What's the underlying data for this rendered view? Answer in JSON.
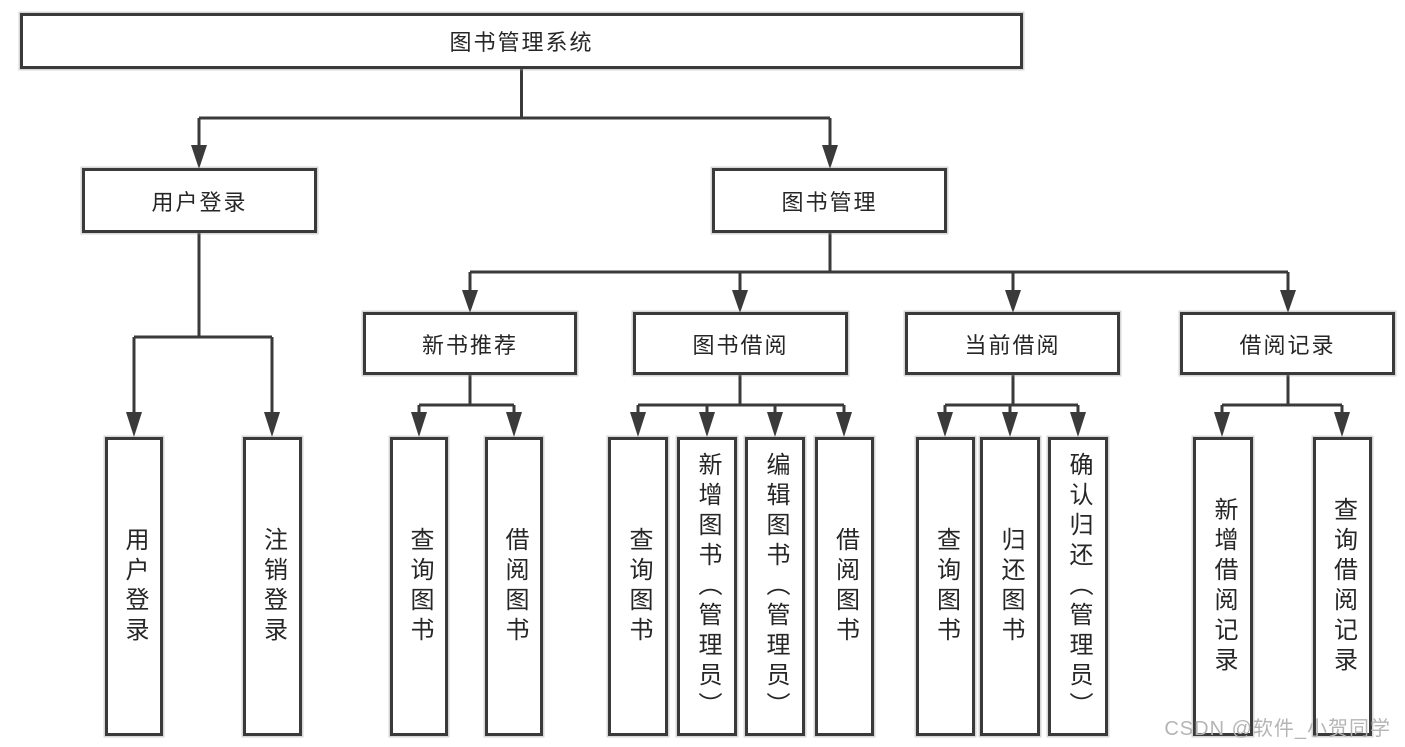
{
  "watermark": "CSDN @软件_小贺同学",
  "tree": {
    "root": {
      "label": "图书管理系统"
    },
    "branches": [
      {
        "label": "用户登录",
        "leaves": [
          "用户登录",
          "注销登录"
        ]
      },
      {
        "label": "图书管理",
        "sections": [
          {
            "label": "新书推荐",
            "leaves": [
              "查询图书",
              "借阅图书"
            ]
          },
          {
            "label": "图书借阅",
            "leaves": [
              "查询图书",
              "新增图书（管理员）",
              "编辑图书（管理员）",
              "借阅图书"
            ]
          },
          {
            "label": "当前借阅",
            "leaves": [
              "查询图书",
              "归还图书",
              "确认归还（管理员）"
            ]
          },
          {
            "label": "借阅记录",
            "leaves": [
              "新增借阅记录",
              "查询借阅记录"
            ]
          }
        ]
      }
    ]
  },
  "colors": {
    "line": "#3a3a3a",
    "text": "#262626",
    "watermark": "#b5b5b5",
    "background": "#ffffff"
  }
}
